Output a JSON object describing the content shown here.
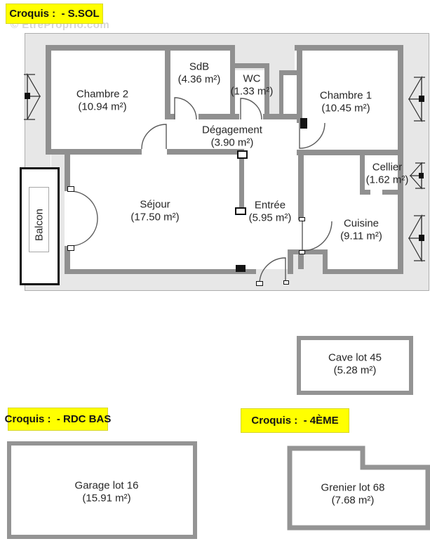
{
  "watermark": "© EtreProprio.com",
  "colors": {
    "highlight": "#ffff00",
    "wall_gray": "#909090",
    "slab_gray": "#e7e7e7",
    "balcony_border": "#111111"
  },
  "croquis_tags": {
    "s_sol": "Croquis :  - S.SOL",
    "rdc_bas": "Croquis :  - RDC BAS",
    "quatrieme": "Croquis :  - 4ÈME"
  },
  "plan": {
    "rooms": [
      {
        "id": "chambre2",
        "name": "Chambre 2",
        "area": "(10.94 m²)"
      },
      {
        "id": "sdb",
        "name": "SdB",
        "area": "(4.36 m²)"
      },
      {
        "id": "wc",
        "name": "WC",
        "area": "(1.33 m²)"
      },
      {
        "id": "chambre1",
        "name": "Chambre 1",
        "area": "(10.45 m²)"
      },
      {
        "id": "degagement",
        "name": "Dégagement",
        "area": "(3.90 m²)"
      },
      {
        "id": "cellier",
        "name": "Cellier",
        "area": "(1.62 m²)"
      },
      {
        "id": "sejour",
        "name": "Séjour",
        "area": "(17.50 m²)"
      },
      {
        "id": "entree",
        "name": "Entrée",
        "area": "(5.95 m²)"
      },
      {
        "id": "cuisine",
        "name": "Cuisine",
        "area": "(9.11 m²)"
      },
      {
        "id": "balcon",
        "name": "Balcon",
        "area": ""
      }
    ]
  },
  "annex_lots": [
    {
      "id": "cave",
      "name": "Cave lot 45",
      "area": "(5.28 m²)"
    },
    {
      "id": "garage",
      "name": "Garage lot 16",
      "area": "(15.91 m²)"
    },
    {
      "id": "grenier",
      "name": "Grenier lot 68",
      "area": "(7.68 m²)"
    }
  ]
}
